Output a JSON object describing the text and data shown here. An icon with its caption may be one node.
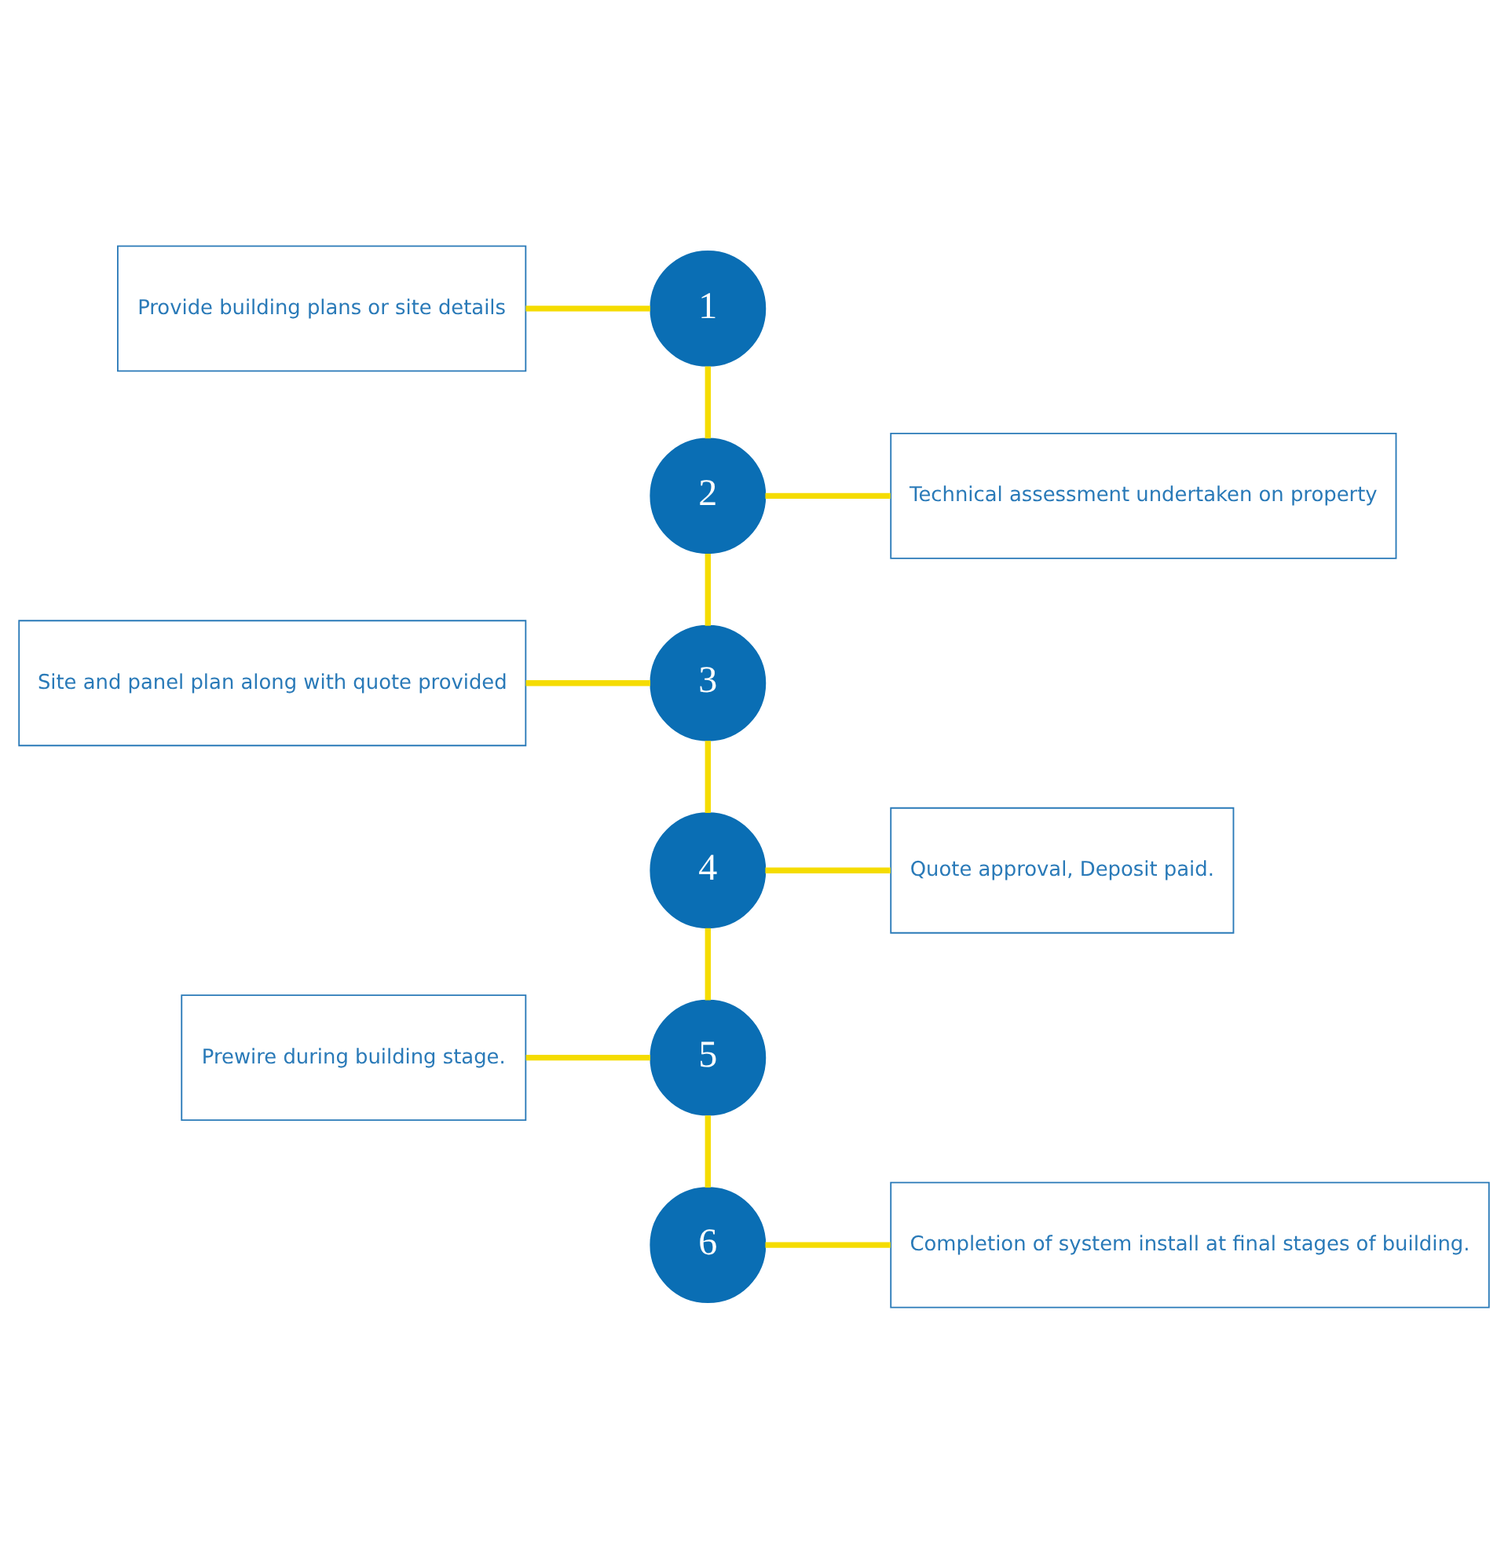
{
  "diagram": {
    "nodes": [
      {
        "text": [
          "Provide building plans or site details"
        ]
      },
      {
        "text": [
          "1"
        ]
      },
      {
        "text": [
          "2"
        ]
      },
      {
        "text": [
          "Technical assessment undertaken on property"
        ]
      },
      {
        "text": [
          "Site and panel plan along with quote provided"
        ]
      },
      {
        "text": [
          "3"
        ]
      },
      {
        "text": [
          "4"
        ]
      },
      {
        "text": [
          "Quote approval, Deposit paid."
        ]
      },
      {
        "text": [
          "Prewire during building stage."
        ]
      },
      {
        "text": [
          "5"
        ]
      },
      {
        "text": [
          "6"
        ]
      },
      {
        "text": [
          "Completion of system install at final stages of building."
        ]
      }
    ],
    "edges": [
      {
        "from": 0,
        "to": 1,
        "arrow": "none"
      },
      {
        "from": 1,
        "to": 2,
        "arrow": "none"
      },
      {
        "from": 2,
        "to": 3,
        "arrow": "none"
      },
      {
        "from": 2,
        "to": 5,
        "arrow": "none"
      },
      {
        "from": 4,
        "to": 5,
        "arrow": "none"
      },
      {
        "from": 5,
        "to": 6,
        "arrow": "none"
      },
      {
        "from": 6,
        "to": 7,
        "arrow": "none"
      },
      {
        "from": 6,
        "to": 9,
        "arrow": "none"
      },
      {
        "from": 8,
        "to": 9,
        "arrow": "none"
      },
      {
        "from": 9,
        "to": 10,
        "arrow": "none"
      },
      {
        "from": 10,
        "to": 11,
        "arrow": "none"
      }
    ]
  }
}
